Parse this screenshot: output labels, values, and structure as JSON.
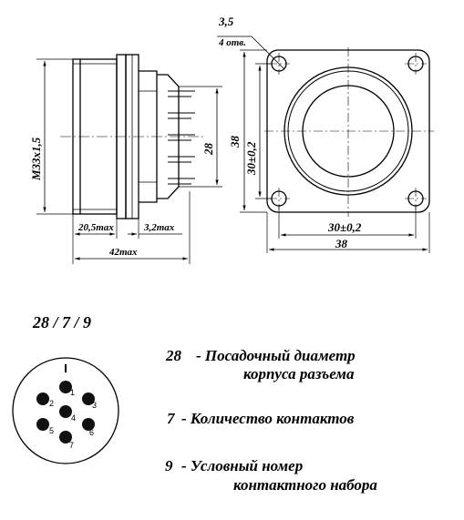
{
  "front_view": {
    "thread": "M33x1,5",
    "dim_body": "20,5max",
    "dim_flange": "3,2max",
    "dim_total": "42max",
    "dim_diameter": "28"
  },
  "side_view": {
    "hole_diameter": "3,5",
    "hole_count": "4 отв.",
    "dim_height_outer": "38",
    "dim_height_inner": "30±0,2",
    "dim_width_inner": "30±0,2",
    "dim_width_outer": "38"
  },
  "designation": "28 / 7 / 9",
  "pinout": {
    "labels": [
      "1",
      "2",
      "3",
      "4",
      "5",
      "6",
      "7"
    ]
  },
  "legend": {
    "item1_num": "28",
    "item1_line1": "- Посадочный диаметр",
    "item1_line2": "корпуса разъема",
    "item2_num": "7",
    "item2_text": "- Количество контактов",
    "item3_num": "9",
    "item3_line1": "- Условный номер",
    "item3_line2": "контактного набора"
  }
}
